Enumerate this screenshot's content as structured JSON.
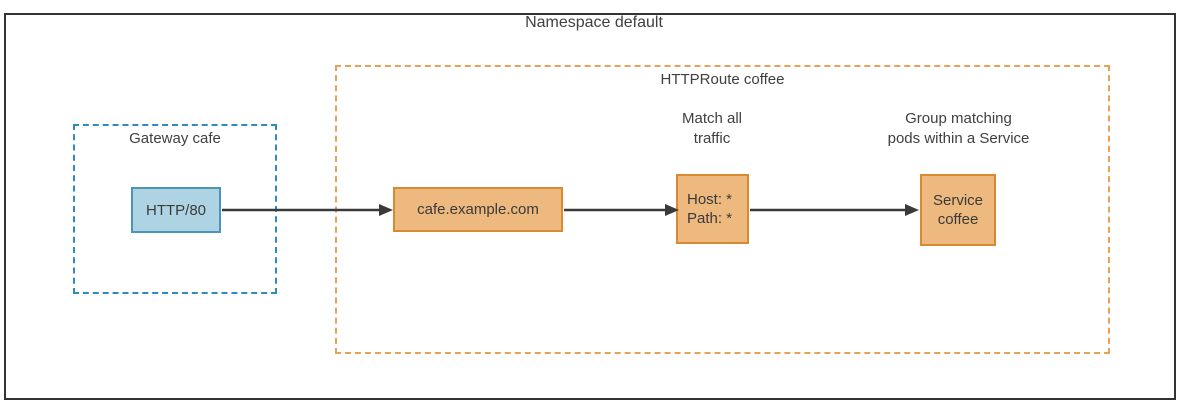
{
  "diagram": {
    "title": "Namespace default",
    "containers": {
      "gateway": {
        "label": "Gateway cafe"
      },
      "httproute": {
        "label": "HTTPRoute coffee"
      }
    },
    "nodes": {
      "listener": {
        "label": "HTTP/80"
      },
      "hostname": {
        "label": "cafe.example.com"
      },
      "match": {
        "line1": "Host: *",
        "line2": "Path: *"
      },
      "service": {
        "line1": "Service",
        "line2": "coffee"
      }
    },
    "annotations": {
      "match": {
        "line1": "Match all",
        "line2": "traffic"
      },
      "service": {
        "line1": "Group matching",
        "line2": "pods within a Service"
      }
    },
    "colors": {
      "frame_border": "#333333",
      "text": "#404040",
      "gateway_dashed_border": "#2e8bc0",
      "httproute_dashed_border": "#e8a258",
      "listener_fill": "#aed4e4",
      "listener_border": "#4a96b8",
      "route_node_fill": "#edb97e",
      "route_node_border": "#d9892f",
      "arrow": "#3a3a3a"
    }
  }
}
